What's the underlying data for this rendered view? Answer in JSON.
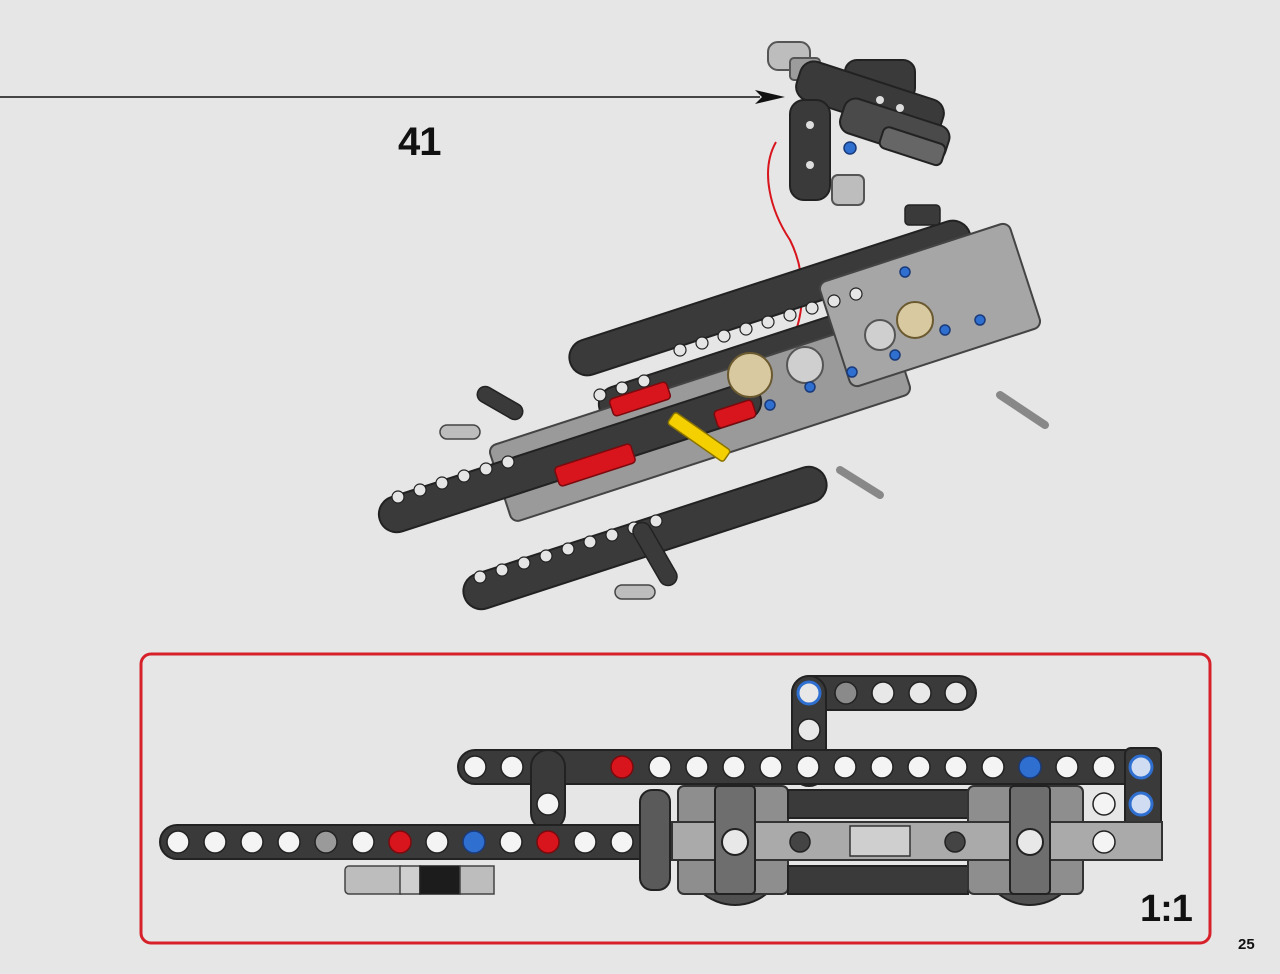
{
  "step": {
    "number": "41"
  },
  "callout": {
    "scale": "1:1",
    "border_color": "#d6202a"
  },
  "page": {
    "number": "25"
  },
  "colors": {
    "background": "#e6e6e6",
    "beam_dark": "#3a3a3a",
    "beam_light": "#9a9a9a",
    "accent_red": "#d8141c",
    "accent_yellow": "#f5d000",
    "accent_blue": "#2f6fd0",
    "tan": "#d9c9a0"
  },
  "icons": [
    "arrow-icon",
    "technic-assembly-illustration",
    "scale-diagram-illustration"
  ]
}
